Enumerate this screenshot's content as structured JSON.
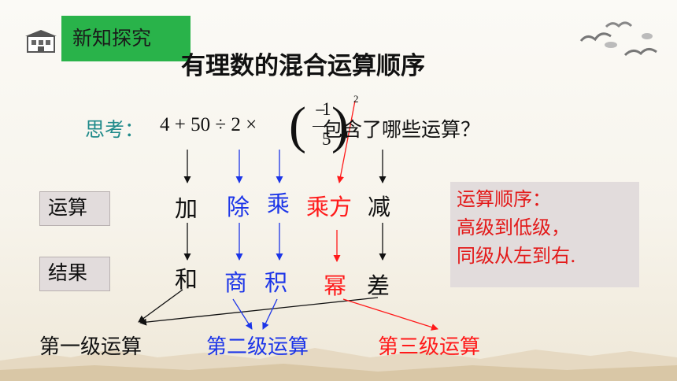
{
  "tag": "新知探究",
  "title": "有理数的混合运算顺序",
  "question": {
    "prefix": "思考：",
    "expression": "4 + 50 ÷ 2 ×",
    "fraction_numerator": "1",
    "fraction_denominator": "5",
    "exponent": "2",
    "suffix": "包含了哪些运算？"
  },
  "row_labels": {
    "operation": "运算",
    "result": "结果"
  },
  "operations": [
    {
      "op": "加",
      "result": "和",
      "color": "#111111"
    },
    {
      "op": "除",
      "result": "商",
      "color": "#1c35e8"
    },
    {
      "op": "乘",
      "result": "积",
      "color": "#1c35e8"
    },
    {
      "op": "乘方",
      "result": "幂",
      "color": "#ff1a1a"
    },
    {
      "op": "减",
      "result": "差",
      "color": "#111111"
    }
  ],
  "order_box": {
    "line1": "运算顺序：",
    "line2": "高级到低级，",
    "line3": "同级从左到右."
  },
  "levels": [
    {
      "label": "第一级运算",
      "color": "#111111"
    },
    {
      "label": "第二级运算",
      "color": "#1c35e8"
    },
    {
      "label": "第三级运算",
      "color": "#ff1a1a"
    }
  ],
  "colors": {
    "tag_green": "#29b34a",
    "accent_red": "#e31a1a",
    "teal": "#1f8a8a"
  }
}
